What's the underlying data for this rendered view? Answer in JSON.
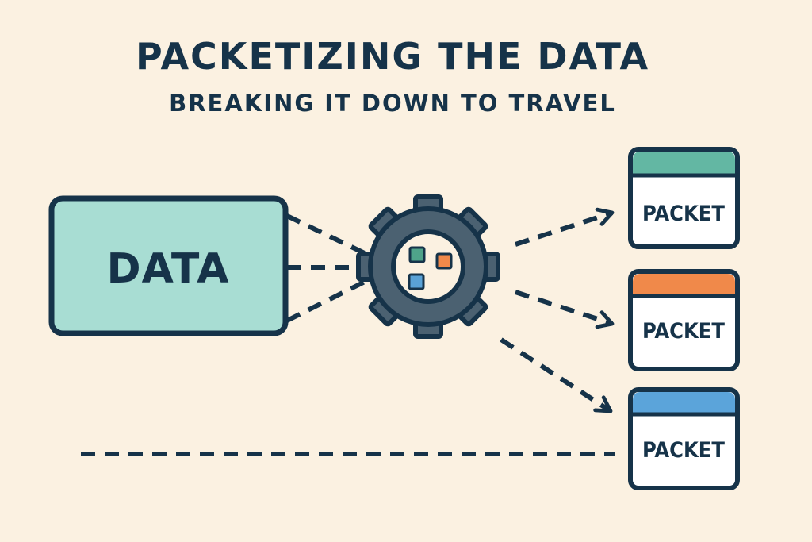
{
  "header": {
    "title": "PACKETIZING THE DATA",
    "subtitle": "BREAKING IT DOWN TO TRAVEL"
  },
  "data_block": {
    "label": "DATA",
    "fill": "#a8ddd3"
  },
  "processor": {
    "icon": "gear-icon",
    "chunk_colors": [
      "#4fa38a",
      "#f0894a",
      "#5aa2d6"
    ]
  },
  "packets": [
    {
      "label": "PACKET",
      "header_color": "#63b7a3"
    },
    {
      "label": "PACKET",
      "header_color": "#f0894a"
    },
    {
      "label": "PACKET",
      "header_color": "#5ba4da"
    }
  ],
  "colors": {
    "background": "#fbf1e1",
    "ink": "#163349",
    "gear": "#4b6171"
  }
}
